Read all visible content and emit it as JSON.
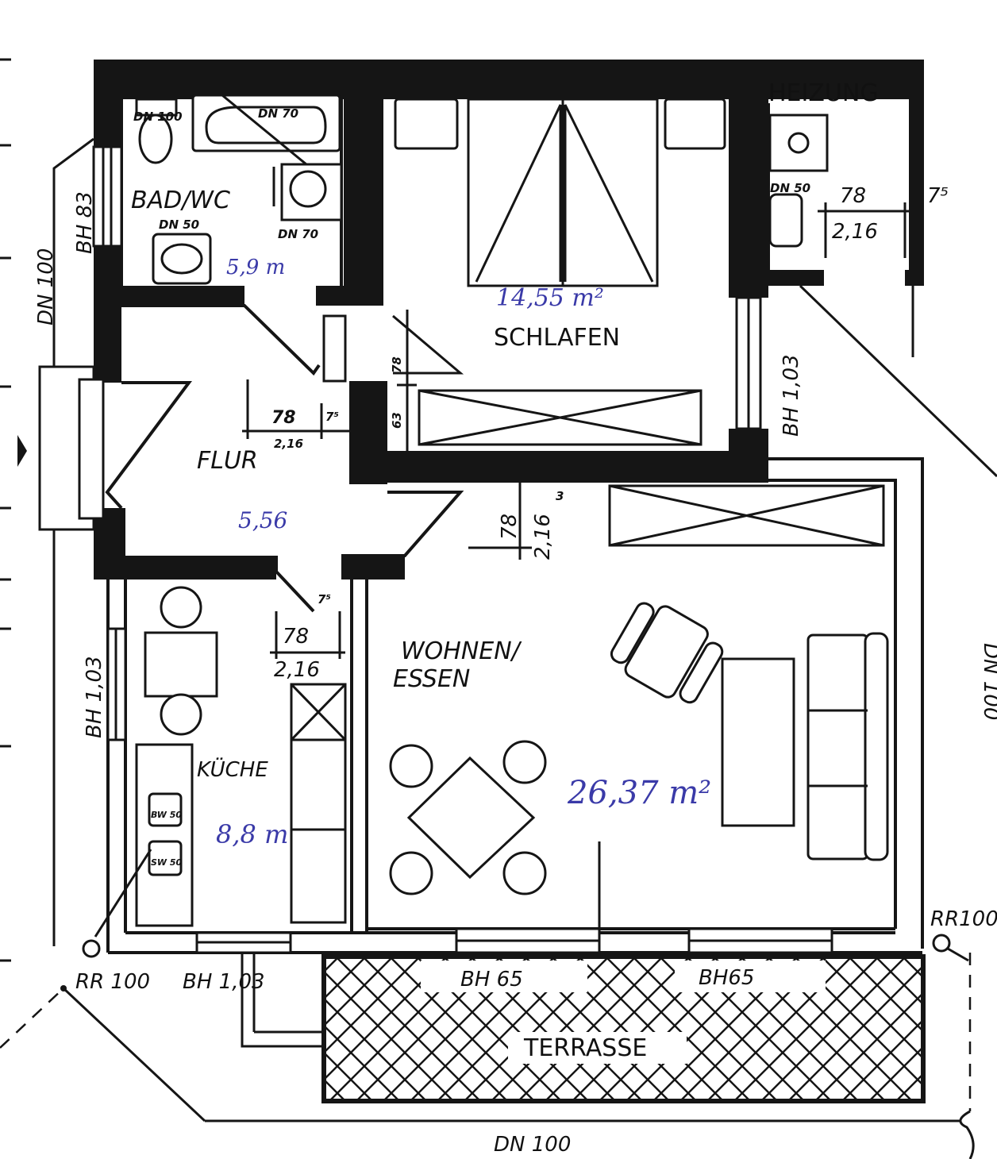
{
  "rooms": {
    "bad": {
      "label": "BAD/WC",
      "area": "5,9 m"
    },
    "schlafen": {
      "label": "SCHLAFEN",
      "area": "14,55 m²"
    },
    "heizung": {
      "label": "HEIZUNG"
    },
    "flur": {
      "label": "FLUR",
      "area": "5,56"
    },
    "kueche": {
      "label": "KÜCHE",
      "area": "8,8 m"
    },
    "wohnen": {
      "label_line1": "WOHNEN/",
      "label_line2": "ESSEN",
      "area": "26,37 m²"
    },
    "terrasse": {
      "label": "TERRASSE"
    }
  },
  "pipes": {
    "dn100_bath": "DN 100",
    "dn70_tub": "DN 70",
    "dn70_basin": "DN 70",
    "dn50_bath": "DN 50",
    "dn50_heizung": "DN 50",
    "dn100_left": "DN 100",
    "dn100_right": "DN 100",
    "dn100_bottom": "DN 100",
    "bw50": "BW 50",
    "sw50": "SW 50"
  },
  "windows": {
    "bh83": "BH 83",
    "bh103_schlafen": "BH 1,03",
    "bh103_kueche": "BH 1,03",
    "bh103_bottom": "BH 1,03",
    "bh65_left": "BH 65",
    "bh65_right": "BH65"
  },
  "rain_pipes": {
    "left": "RR 100",
    "right": "RR100"
  },
  "doors": {
    "heizung": {
      "width": "78",
      "height": "2,16",
      "extra": "7⁵"
    },
    "flur": {
      "width": "78",
      "height": "2,16",
      "extra": "7⁵"
    },
    "schlafen_vertical": {
      "width": "78",
      "height": "63"
    },
    "wohnen": {
      "width": "78",
      "height": "2,16",
      "extra": "3"
    },
    "kueche": {
      "width": "78",
      "height": "2,16",
      "extra": "7⁵"
    }
  }
}
